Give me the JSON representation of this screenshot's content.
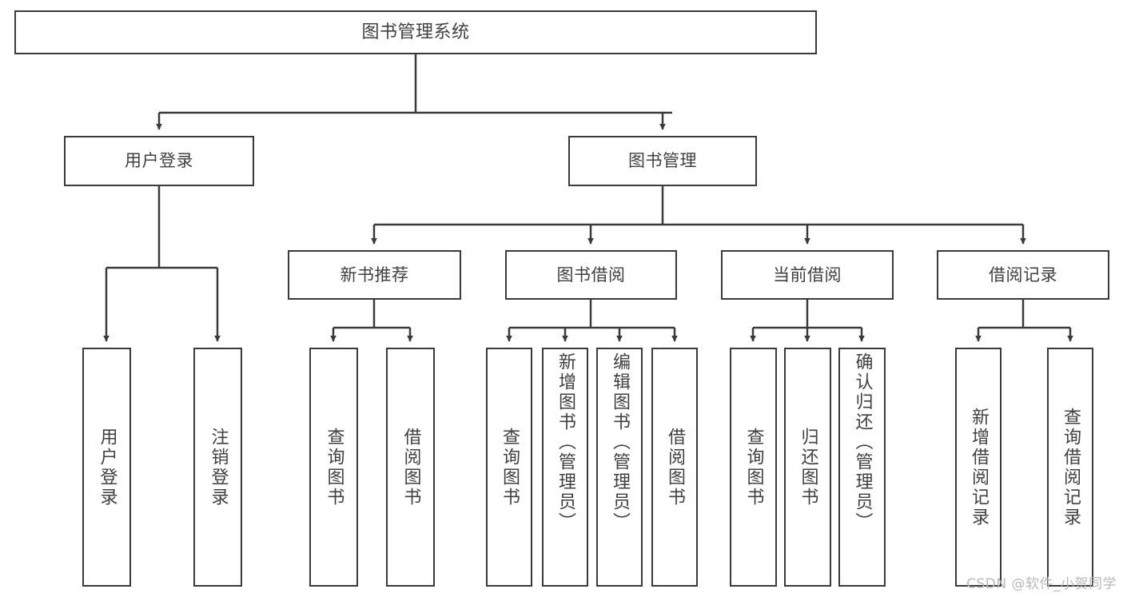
{
  "diagram": {
    "title": "图书管理系统",
    "watermark": "CSDN @软件_小贺同学",
    "stroke_color": "#3a3a3a",
    "text_color": "#404040",
    "background_color": "#ffffff",
    "root": {
      "label": "图书管理系统"
    },
    "level2": [
      {
        "label": "用户登录"
      },
      {
        "label": "图书管理"
      }
    ],
    "level3": [
      {
        "label": "新书推荐"
      },
      {
        "label": "图书借阅"
      },
      {
        "label": "当前借阅"
      },
      {
        "label": "借阅记录"
      }
    ],
    "leaves": {
      "user_login": [
        {
          "label": "用户登录"
        },
        {
          "label": "注销登录"
        }
      ],
      "new_book_recommend": [
        {
          "label": "查询图书"
        },
        {
          "label": "借阅图书"
        }
      ],
      "book_borrow": [
        {
          "label": "查询图书"
        },
        {
          "label": "新增图书（管理员）"
        },
        {
          "label": "编辑图书（管理员）"
        },
        {
          "label": "借阅图书"
        }
      ],
      "current_borrow": [
        {
          "label": "查询图书"
        },
        {
          "label": "归还图书"
        },
        {
          "label": "确认归还（管理员）"
        }
      ],
      "borrow_record": [
        {
          "label": "新增借阅记录"
        },
        {
          "label": "查询借阅记录"
        }
      ]
    }
  }
}
